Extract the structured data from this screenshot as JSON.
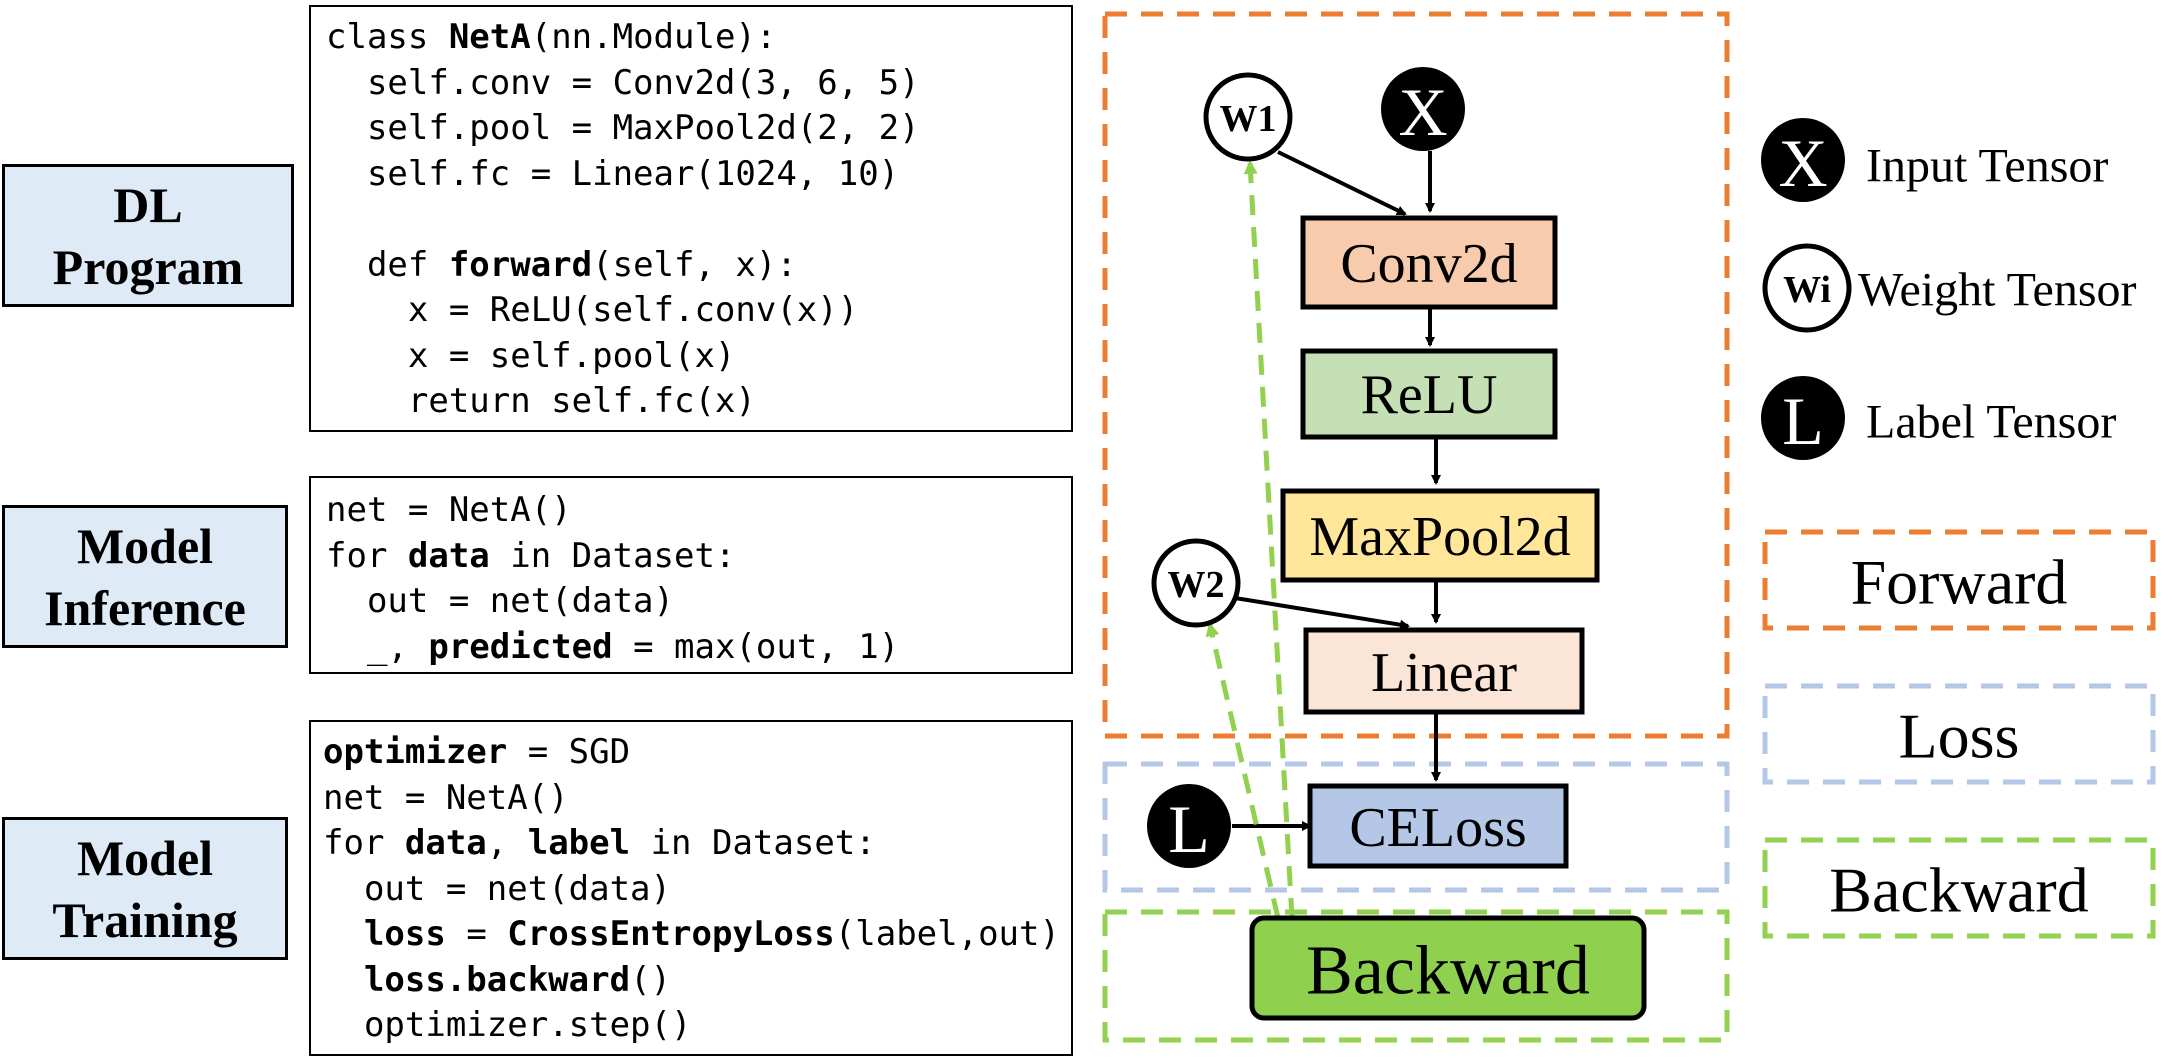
{
  "sections": [
    {
      "label_lines": [
        "DL",
        "Program"
      ],
      "code": [
        [
          {
            "t": "class "
          },
          {
            "t": "NetA",
            "b": true
          },
          {
            "t": "(nn.Module):"
          }
        ],
        [
          {
            "t": "  self.conv = Conv2d(3, 6, 5)"
          }
        ],
        [
          {
            "t": "  self.pool = MaxPool2d(2, 2)"
          }
        ],
        [
          {
            "t": "  self.fc = Linear(1024, 10)"
          }
        ],
        [
          {
            "t": ""
          }
        ],
        [
          {
            "t": "  def "
          },
          {
            "t": "forward",
            "b": true
          },
          {
            "t": "(self, x):"
          }
        ],
        [
          {
            "t": "    x = ReLU(self.conv(x))"
          }
        ],
        [
          {
            "t": "    x = self.pool(x)"
          }
        ],
        [
          {
            "t": "    return self.fc(x)"
          }
        ]
      ]
    },
    {
      "label_lines": [
        "Model",
        "Inference"
      ],
      "code": [
        [
          {
            "t": "net = NetA()"
          }
        ],
        [
          {
            "t": "for "
          },
          {
            "t": "data",
            "b": true
          },
          {
            "t": " in Dataset:"
          }
        ],
        [
          {
            "t": "  out = net(data)"
          }
        ],
        [
          {
            "t": "  _, "
          },
          {
            "t": "predicted",
            "b": true
          },
          {
            "t": " = max(out, 1)"
          }
        ]
      ]
    },
    {
      "label_lines": [
        "Model",
        "Training"
      ],
      "code": [
        [
          {
            "t": "optimizer",
            "b": true
          },
          {
            "t": " = SGD"
          }
        ],
        [
          {
            "t": "net = NetA()"
          }
        ],
        [
          {
            "t": "for "
          },
          {
            "t": "data",
            "b": true
          },
          {
            "t": ", "
          },
          {
            "t": "label",
            "b": true
          },
          {
            "t": " in Dataset:"
          }
        ],
        [
          {
            "t": "  out = net(data)"
          }
        ],
        [
          {
            "t": "  "
          },
          {
            "t": "loss",
            "b": true
          },
          {
            "t": " = "
          },
          {
            "t": "CrossEntropyLoss",
            "b": true
          },
          {
            "t": "(label,out)"
          }
        ],
        [
          {
            "t": "  "
          },
          {
            "t": "loss.backward",
            "b": true
          },
          {
            "t": "()"
          }
        ],
        [
          {
            "t": "  optimizer.step()"
          }
        ]
      ]
    }
  ],
  "graph": {
    "nodes": {
      "conv": "Conv2d",
      "relu": "ReLU",
      "pool": "MaxPool2d",
      "linear": "Linear",
      "loss": "CELoss",
      "backward": "Backward"
    },
    "tensors": {
      "input": "X",
      "weight1": "W1",
      "weight2": "W2",
      "label": "L"
    }
  },
  "legend": {
    "input": {
      "symbol": "X",
      "text": "Input Tensor"
    },
    "weight": {
      "symbol": "Wi",
      "text": "Weight Tensor"
    },
    "label": {
      "symbol": "L",
      "text": "Label Tensor"
    },
    "forward": "Forward",
    "loss": "Loss",
    "backward": "Backward"
  },
  "colors": {
    "section_label_bg": "#deebf7",
    "forward_border": "#ed7d31",
    "loss_border": "#b4c7e7",
    "backward_border": "#92d050",
    "conv_fill": "#f8cbad",
    "relu_fill": "#c5e0b4",
    "pool_fill": "#ffe699",
    "linear_fill": "#fbe5d6",
    "loss_fill": "#b4c7e7",
    "backward_fill": "#8fd14f"
  }
}
